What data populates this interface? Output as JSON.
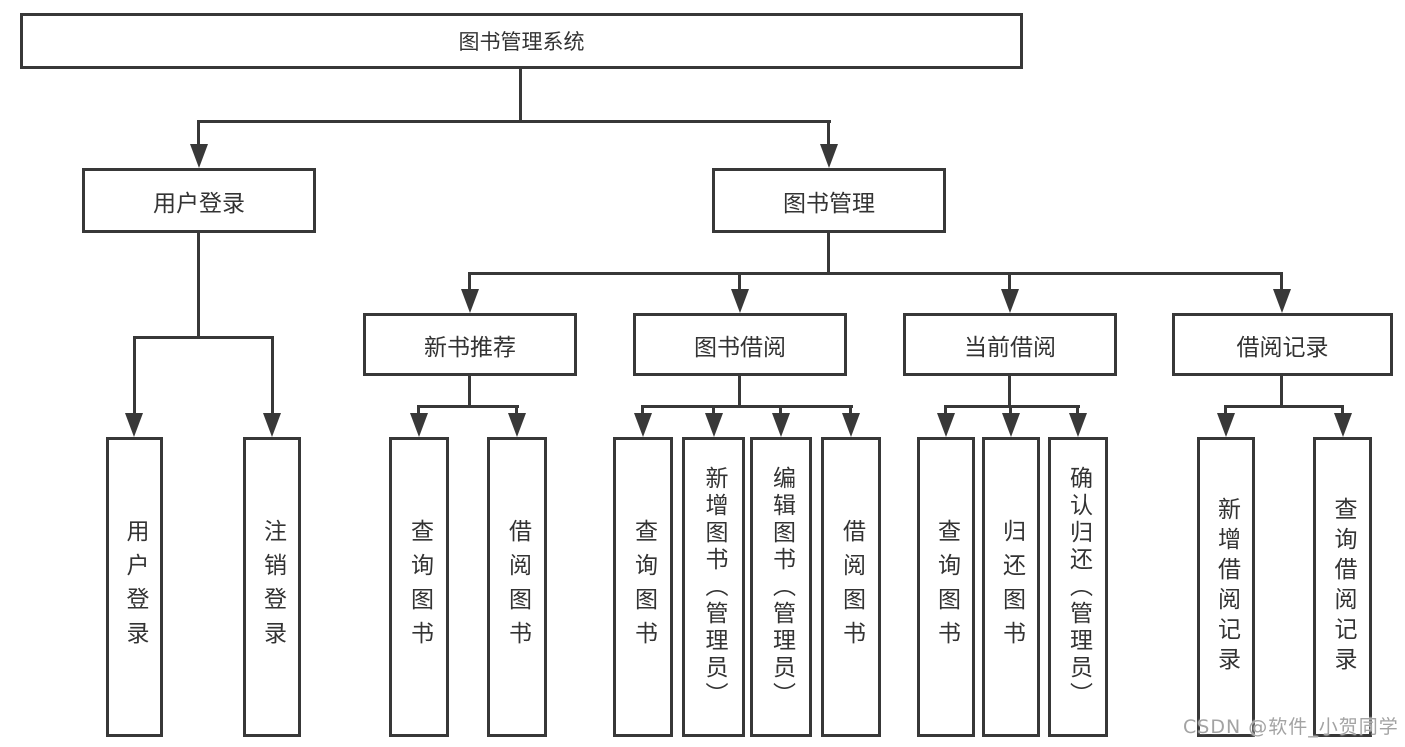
{
  "nodes": {
    "root": {
      "label": "图书管理系统"
    },
    "user_login": {
      "label": "用户登录",
      "children": [
        "用户登录",
        "注销登录"
      ]
    },
    "book_mgmt": {
      "label": "图书管理"
    },
    "new_book_rec": {
      "label": "新书推荐",
      "children": [
        "查询图书",
        "借阅图书"
      ]
    },
    "book_borrow": {
      "label": "图书借阅",
      "children": [
        "查询图书",
        "新增图书（管理员）",
        "编辑图书（管理员）",
        "借阅图书"
      ]
    },
    "current_borrow": {
      "label": "当前借阅",
      "children": [
        "查询图书",
        "归还图书",
        "确认归还（管理员）"
      ]
    },
    "borrow_records": {
      "label": "借阅记录",
      "children": [
        "新增借阅记录",
        "查询借阅记录"
      ]
    }
  },
  "watermark": "CSDN @软件_小贺同学",
  "colors": {
    "line": "#383838",
    "text": "#333333",
    "watermark": "#a3a3a3",
    "background": "#ffffff"
  }
}
